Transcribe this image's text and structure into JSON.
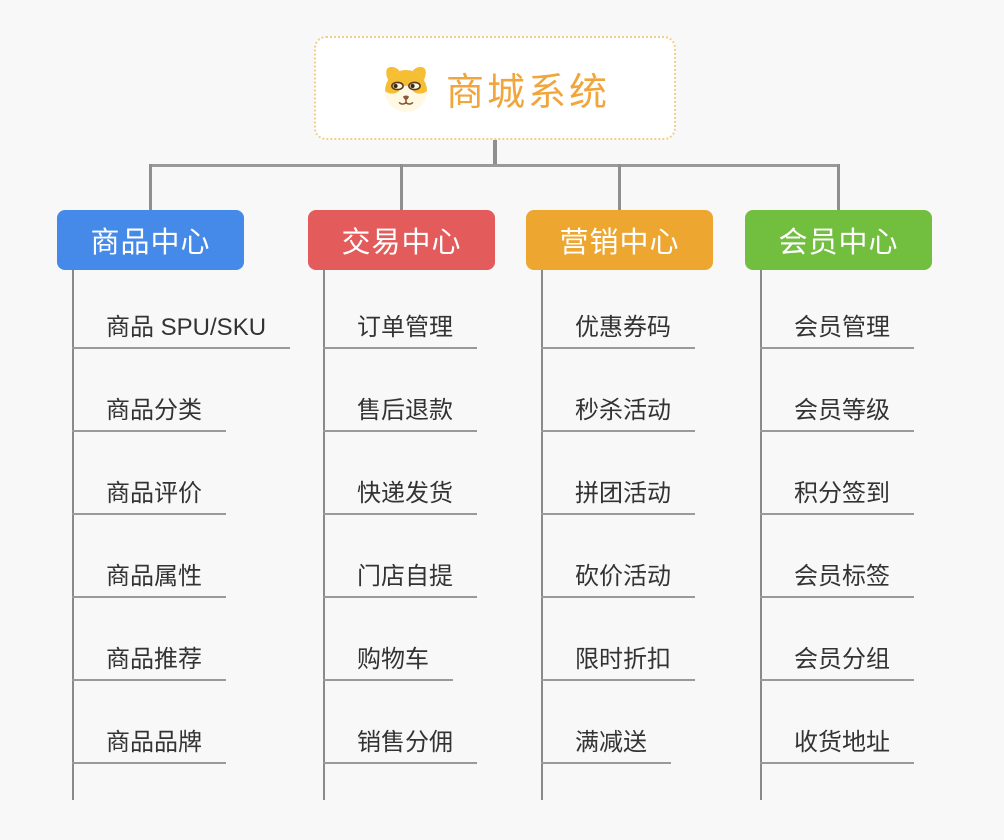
{
  "root": {
    "title": "商城系统",
    "icon": "dog-face-icon",
    "title_color": "#F0A63C",
    "border_color": "#F2CD8C"
  },
  "style": {
    "background_color": "#F8F8F8",
    "connector_color": "#8F8F8F",
    "item_text_color": "#333333",
    "underline_color": "#9A9A9A"
  },
  "branches": [
    {
      "label": "商品中心",
      "color": "#4589E9",
      "items": [
        "商品 SPU/SKU",
        "商品分类",
        "商品评价",
        "商品属性",
        "商品推荐",
        "商品品牌"
      ]
    },
    {
      "label": "交易中心",
      "color": "#E45B5B",
      "items": [
        "订单管理",
        "售后退款",
        "快递发货",
        "门店自提",
        "购物车",
        "销售分佣"
      ]
    },
    {
      "label": "营销中心",
      "color": "#EDA62F",
      "items": [
        "优惠券码",
        "秒杀活动",
        "拼团活动",
        "砍价活动",
        "限时折扣",
        "满减送"
      ]
    },
    {
      "label": "会员中心",
      "color": "#72BE3F",
      "items": [
        "会员管理",
        "会员等级",
        "积分签到",
        "会员标签",
        "会员分组",
        "收货地址"
      ]
    }
  ]
}
